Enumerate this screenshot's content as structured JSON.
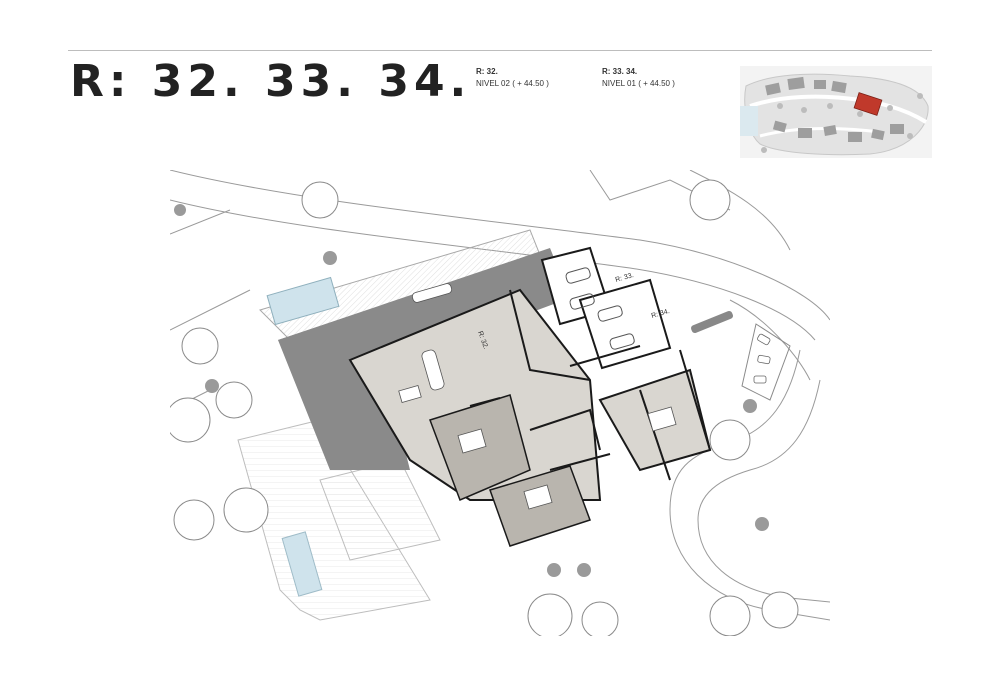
{
  "header": {
    "title": "R: 32. 33. 34.",
    "units": [
      {
        "ref": "R: 32.",
        "level": "NIVEL 02",
        "elevation": "( + 44.50 )"
      },
      {
        "ref": "R: 33. 34.",
        "level": "NIVEL 01",
        "elevation": "( + 44.50 )"
      }
    ]
  },
  "plan": {
    "labels": {
      "unit32": "R: 32.",
      "unit33": "R: 33.",
      "unit34": "R: 34."
    }
  },
  "colors": {
    "terrace": "#8a8a8a",
    "interior_light": "#d9d6d0",
    "interior_mid": "#b9b5ae",
    "wall": "#1a1a1a",
    "pool": "#cfe3ec",
    "highlight": "#c0392b"
  }
}
